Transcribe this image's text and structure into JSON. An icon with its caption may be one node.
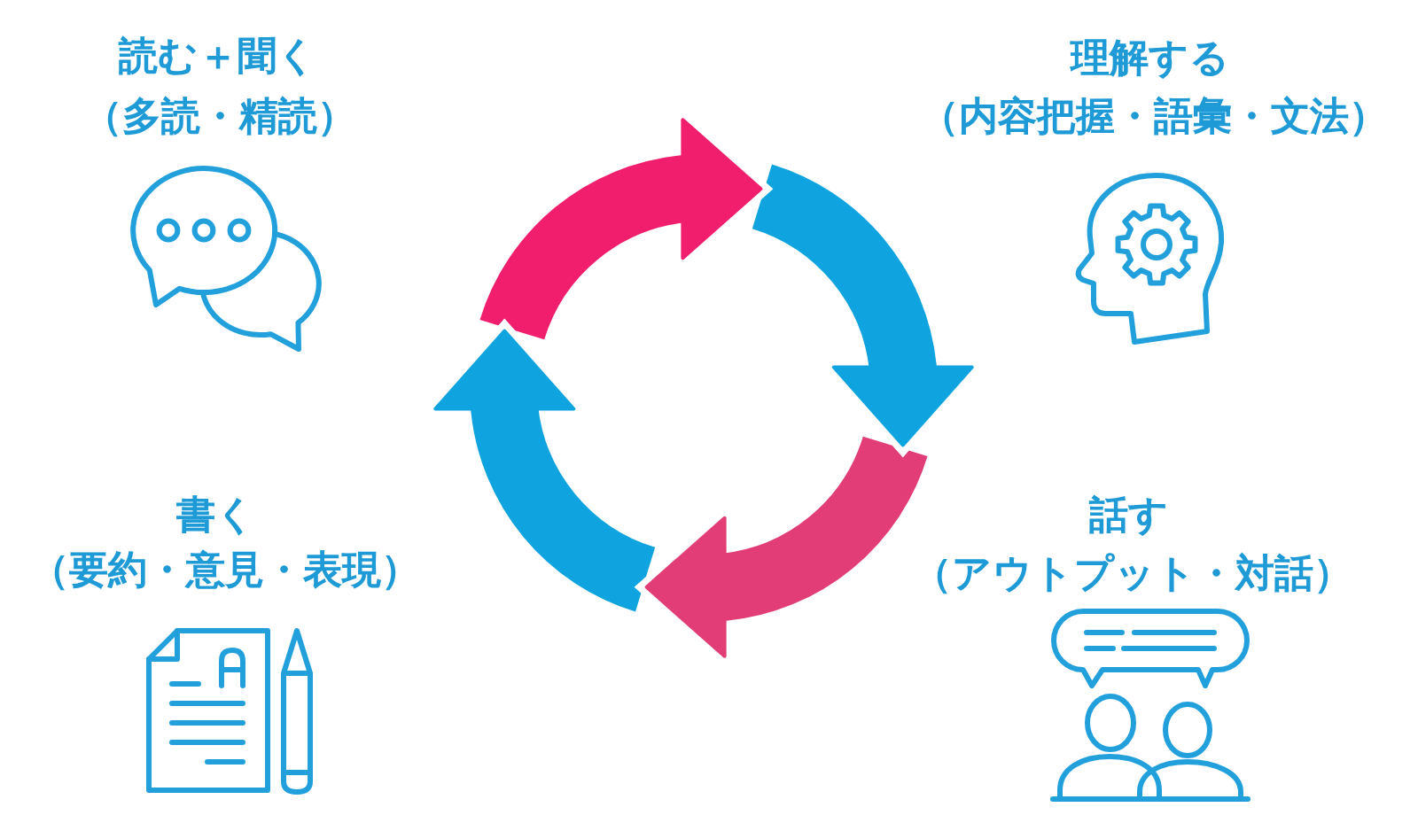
{
  "diagram": {
    "labels": [
      "読む＋聞く",
      "（多読・精読）",
      "理解する",
      "（内容把握・語彙・文法）",
      "書く",
      "（要約・意見・表現）",
      "話す",
      "（アウトプット・対話）"
    ]
  }
}
